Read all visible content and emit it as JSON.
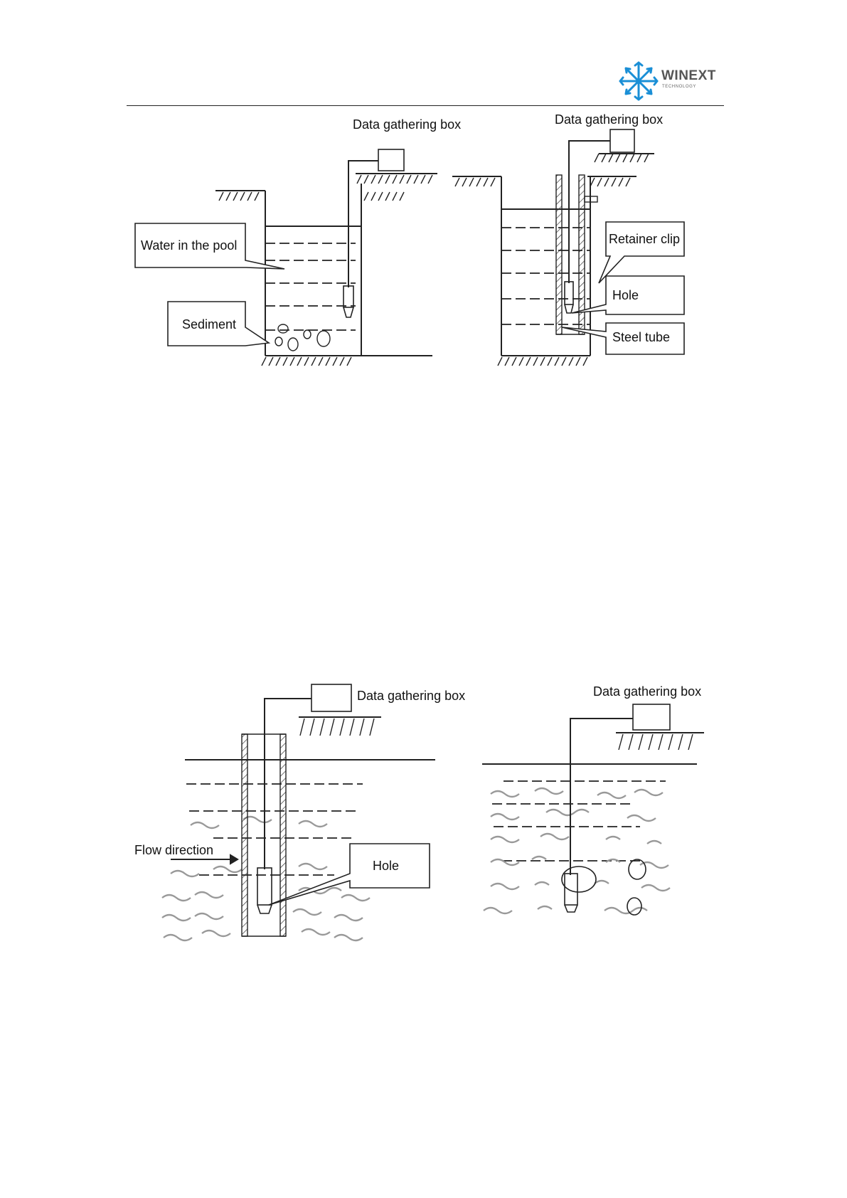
{
  "header": {
    "brand_name": "WINEXT",
    "brand_sub": "TECHNOLOGY",
    "colors": {
      "logo": "#1a8fd6",
      "text": "#555555"
    }
  },
  "figure1": {
    "left": {
      "box_label": "Data gathering box",
      "water_label": "Water in the pool",
      "sediment_label": "Sediment"
    },
    "right": {
      "box_label": "Data gathering box",
      "clip_label": "Retainer clip",
      "hole_label": "Hole",
      "tube_label": "Steel tube"
    }
  },
  "figure2": {
    "left": {
      "box_label": "Data gathering box",
      "flow_label": "Flow direction",
      "hole_label": "Hole"
    },
    "right": {
      "box_label": "Data gathering box"
    }
  }
}
